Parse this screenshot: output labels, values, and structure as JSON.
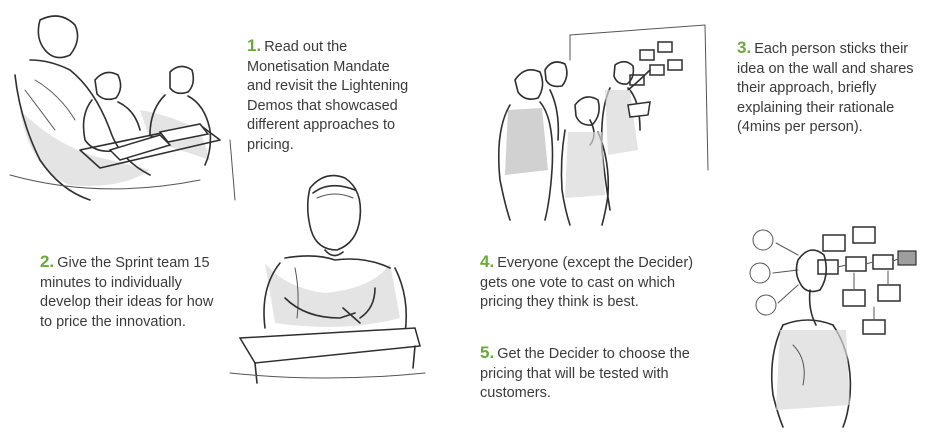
{
  "steps": [
    {
      "num": "1.",
      "text": "Read out the\nMonetisation Mandate\nand revisit the Lightening\nDemos that showcased\ndifferent approaches to\npricing."
    },
    {
      "num": "2.",
      "text": "Give the Sprint team 15\nminutes to individually\ndevelop their ideas for how\nto price the innovation."
    },
    {
      "num": "3.",
      "text": "Each person sticks their\nidea on the wall and shares\ntheir approach, briefly\nexplaining their rationale\n(4mins per person)."
    },
    {
      "num": "4.",
      "text": "Everyone (except the Decider)\ngets one vote to cast on which\npricing they think is best."
    },
    {
      "num": "5.",
      "text": "Get the Decider to choose the\npricing that will be tested with\ncustomers."
    }
  ],
  "colors": {
    "accent": "#6aa93b",
    "text": "#3a3a3a",
    "ink": "#2f2f2f"
  }
}
